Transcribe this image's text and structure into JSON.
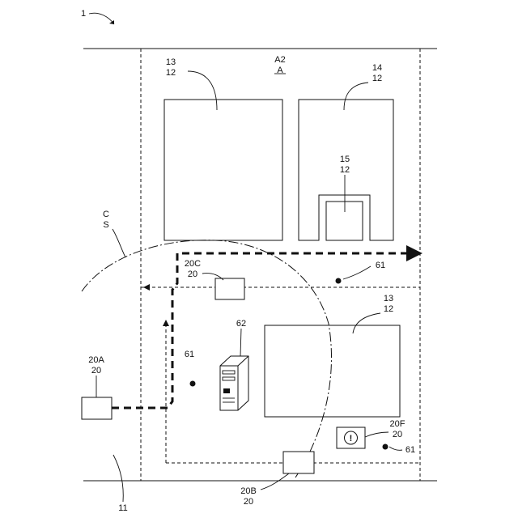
{
  "figure": {
    "ref": "1",
    "area": {
      "ref": "A2",
      "group": "A"
    },
    "range": {
      "ref": "C",
      "group": "S"
    },
    "road": "11",
    "obstacles": {
      "upper_left": {
        "ref": "13",
        "group": "12"
      },
      "upper_right": {
        "ref": "14",
        "group": "12"
      },
      "gate": {
        "ref": "15",
        "group": "12"
      },
      "lower": {
        "ref": "13",
        "group": "12"
      }
    },
    "devices": {
      "d20a": {
        "ref": "20A",
        "group": "20"
      },
      "d20b": {
        "ref": "20B",
        "group": "20"
      },
      "d20c": {
        "ref": "20C",
        "group": "20"
      },
      "d20f": {
        "ref": "20F",
        "group": "20"
      }
    },
    "server": "62",
    "path_points": {
      "top": "61",
      "left": "61",
      "bottom": "61"
    },
    "alert_symbol": "!"
  }
}
